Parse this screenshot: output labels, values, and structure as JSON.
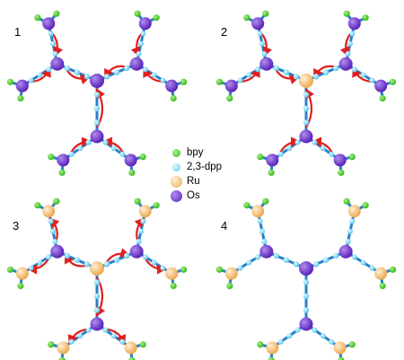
{
  "colors": {
    "bond": "#2a7fc9",
    "arrow": "#e0201f",
    "bpy": "#4fcf2a",
    "dpp": "#7fd7ef",
    "Ru": "#f6c27a",
    "Os": "#6a2fc4"
  },
  "legend": [
    {
      "key": "bpy",
      "label": "bpy"
    },
    {
      "key": "dpp",
      "label": "2,3-dpp"
    },
    {
      "key": "Ru",
      "label": "Ru"
    },
    {
      "key": "Os",
      "label": "Os"
    }
  ],
  "panels": [
    {
      "label": "1",
      "center_metal": "Os",
      "peripheral_metal": "Os",
      "arrows": "peripheral-to-center"
    },
    {
      "label": "2",
      "center_metal": "Ru",
      "peripheral_metal": "Os",
      "arrows": "peripheral-to-center"
    },
    {
      "label": "3",
      "center_metal": "Ru",
      "peripheral_metal": "Ru",
      "arrows": "center-to-peripheral"
    },
    {
      "label": "4",
      "center_metal": "Os",
      "peripheral_metal": "Ru",
      "arrows": "none"
    }
  ]
}
